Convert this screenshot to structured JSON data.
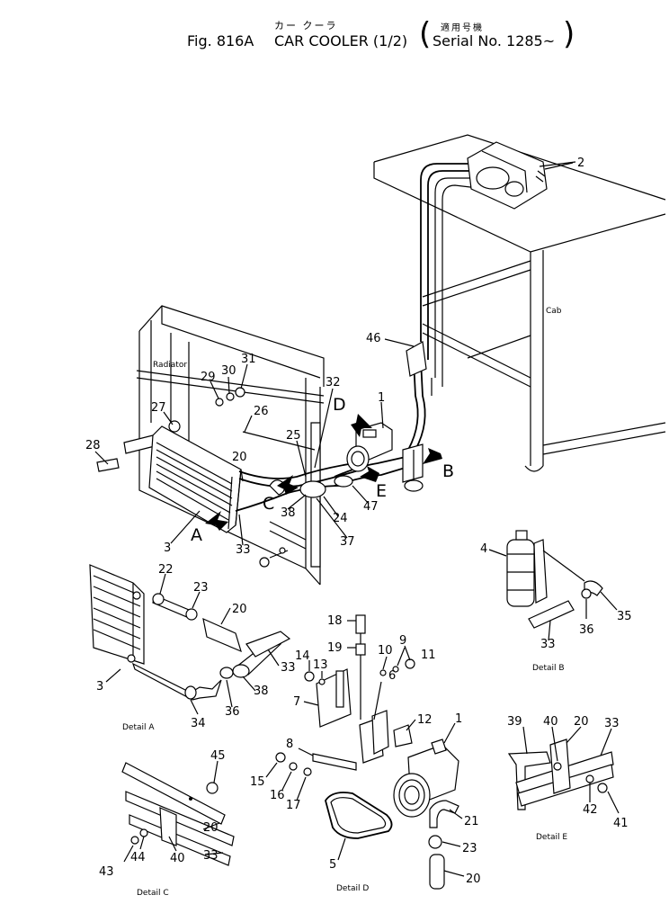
{
  "header": {
    "jp_title": "カー クーラ",
    "jp_serial": "適用号機",
    "fig_label": "Fig. 816A",
    "title": "CAR COOLER (1/2)",
    "serial": "Serial No. 1285~",
    "open_paren": "(",
    "close_paren": ")"
  },
  "labels": {
    "cab": "Cab",
    "radiator": "Radiator",
    "detail_a": "Detail A",
    "detail_b": "Detail B",
    "detail_c": "Detail C",
    "detail_d": "Detail D",
    "detail_e": "Detail E"
  },
  "view_letters": [
    "A",
    "B",
    "C",
    "D",
    "E"
  ],
  "callouts": {
    "main": [
      "2",
      "46",
      "1",
      "31",
      "30",
      "29",
      "32",
      "27",
      "26",
      "25",
      "28",
      "20",
      "38",
      "47",
      "24",
      "3",
      "33",
      "37"
    ],
    "detail_a": [
      "22",
      "23",
      "20",
      "33",
      "3",
      "38",
      "34",
      "36"
    ],
    "detail_b": [
      "4",
      "35",
      "36",
      "33"
    ],
    "detail_c": [
      "45",
      "20",
      "44",
      "43",
      "40",
      "33"
    ],
    "detail_d": [
      "18",
      "19",
      "11",
      "14",
      "13",
      "10",
      "9",
      "7",
      "6",
      "12",
      "1",
      "8",
      "15",
      "16",
      "17",
      "21",
      "23",
      "5",
      "20"
    ],
    "detail_e": [
      "39",
      "40",
      "20",
      "33",
      "42",
      "41"
    ]
  }
}
